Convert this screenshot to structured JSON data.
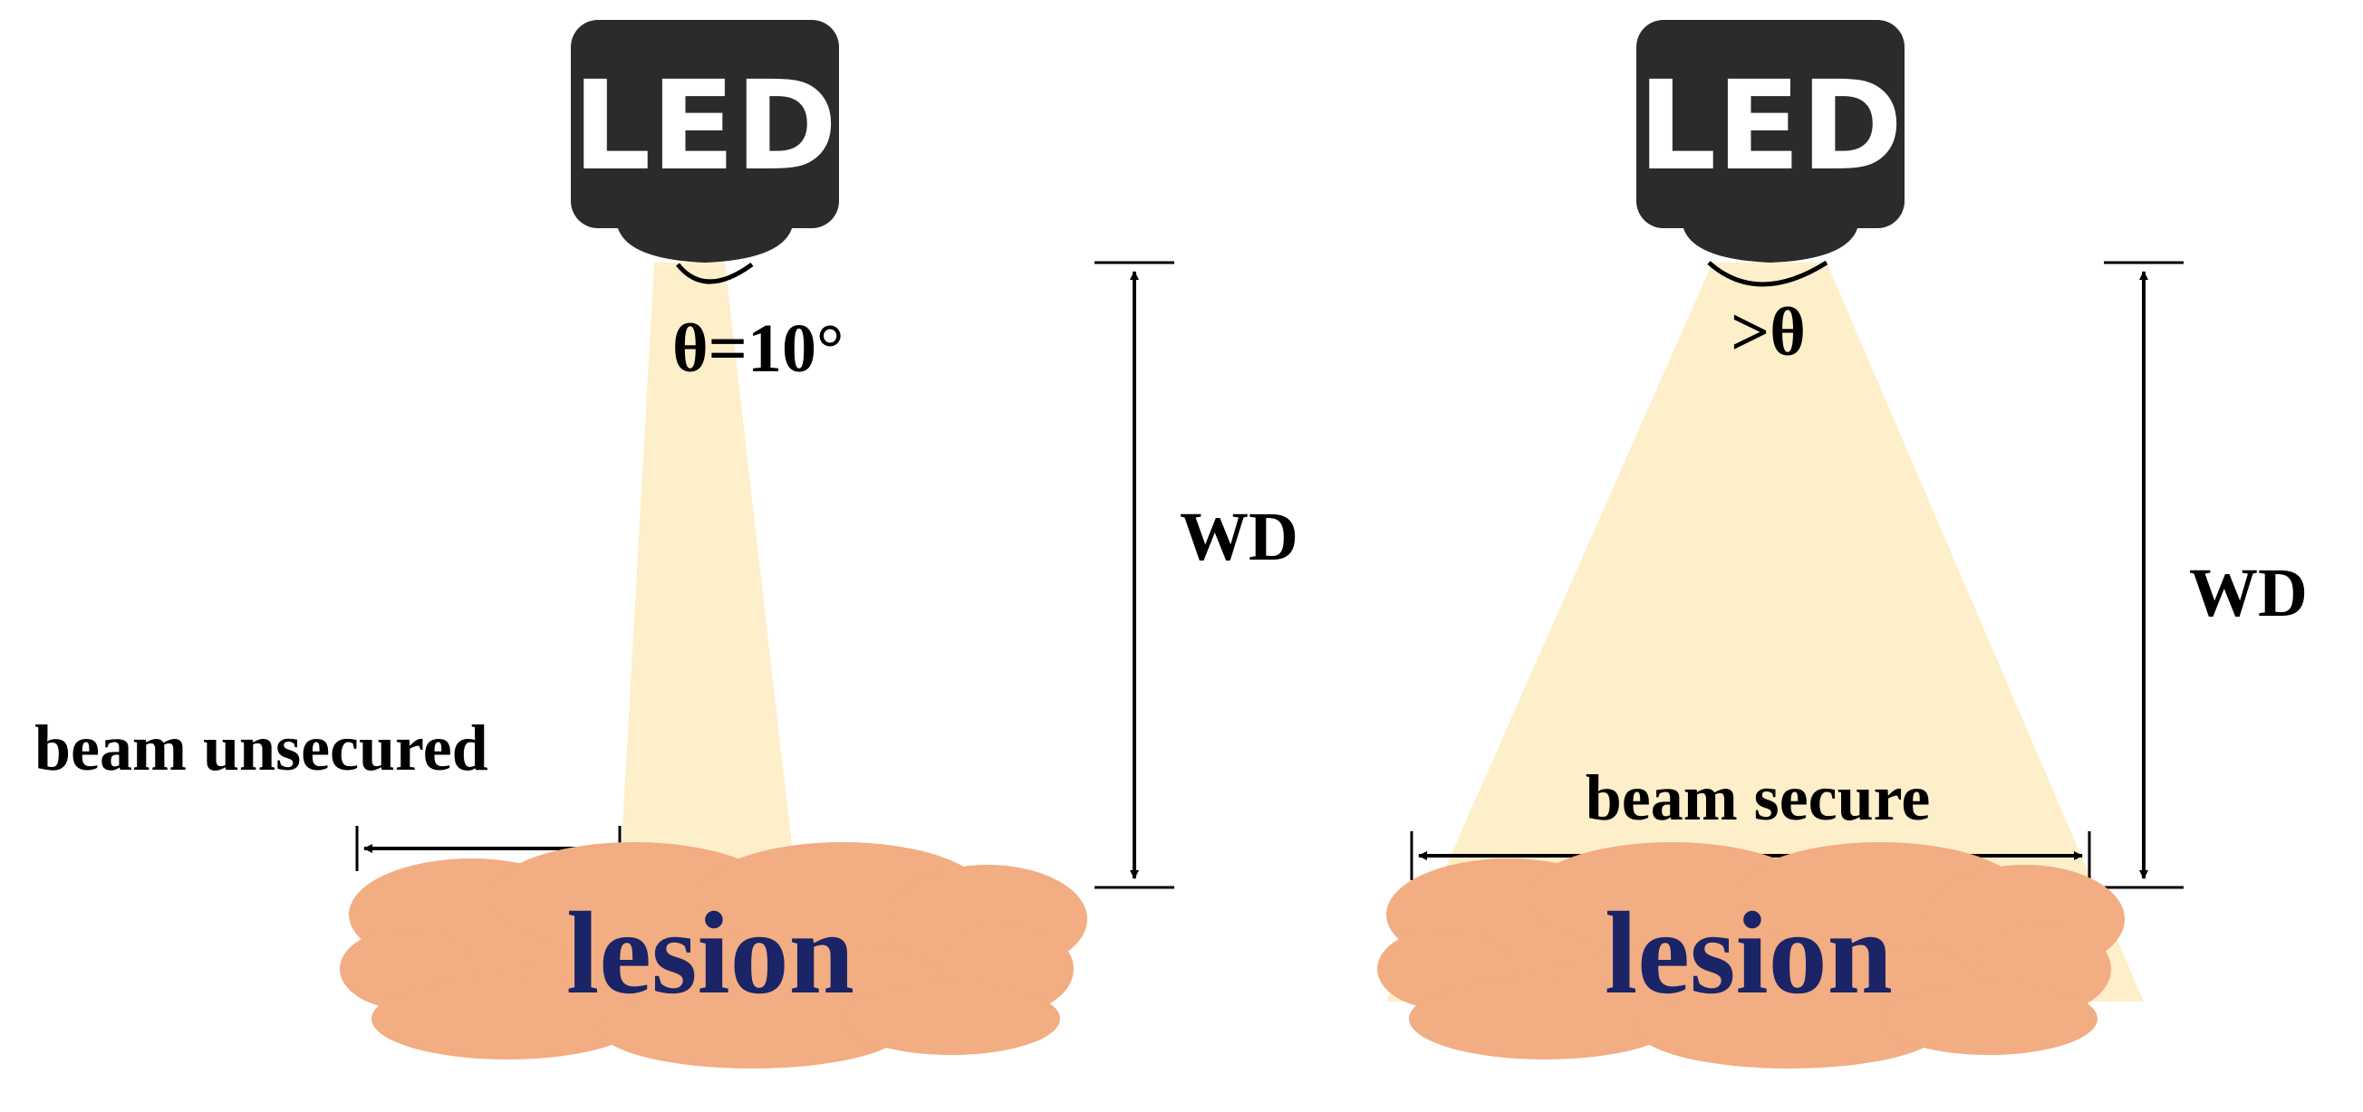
{
  "left": {
    "led_label": "LED",
    "angle_label": "θ=10°",
    "wd_label": "WD",
    "beam_label": "beam unsecured",
    "lesion_label": "lesion"
  },
  "right": {
    "led_label": "LED",
    "angle_label": ">θ",
    "wd_label": "WD",
    "beam_label": "beam secure",
    "lesion_label": "lesion"
  },
  "colors": {
    "beam": "#fdefc9",
    "lesion": "#f2ad83",
    "led_body": "#2b2b2b",
    "lesion_text": "#1a2467"
  }
}
